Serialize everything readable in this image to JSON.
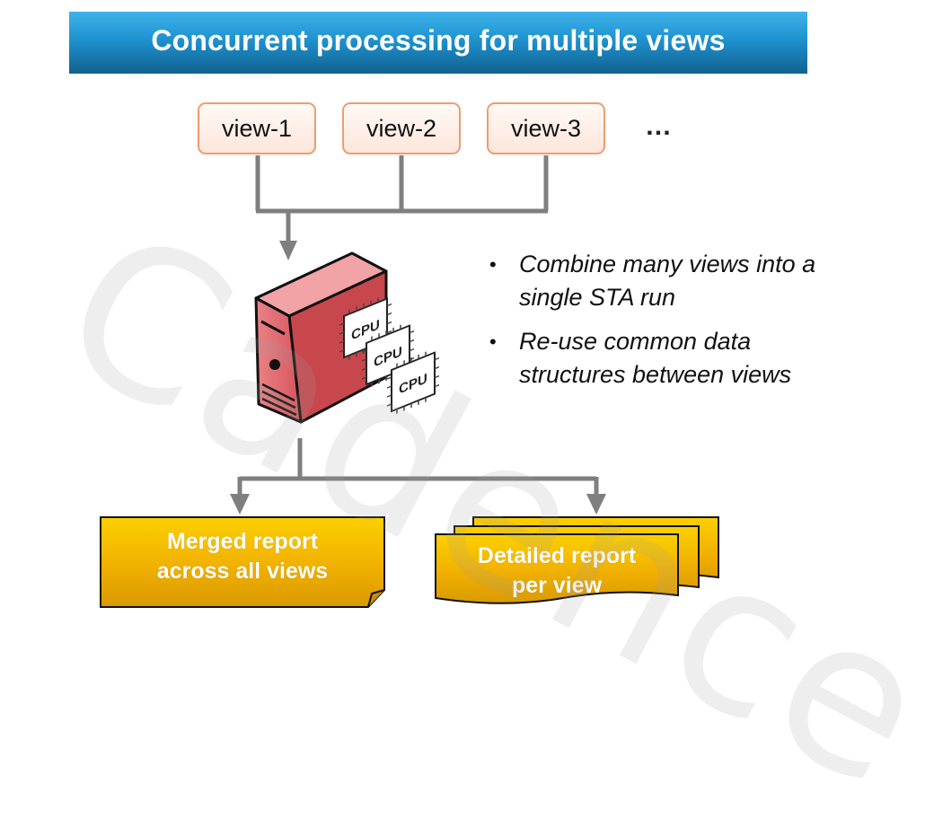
{
  "title": "Concurrent processing for multiple views",
  "views": [
    {
      "label": "view-1"
    },
    {
      "label": "view-2"
    },
    {
      "label": "view-3"
    }
  ],
  "views_more": "…",
  "cpu_label": "CPU",
  "bullets": [
    "Combine many views into a single STA run",
    "Re-use common data structures between views"
  ],
  "reports": {
    "merged": {
      "line1": "Merged report",
      "line2": "across all views"
    },
    "detailed": {
      "line1": "Detailed report",
      "line2": "per view"
    }
  },
  "watermark": "Cadence",
  "colors": {
    "title_banner": "#1e92cf",
    "view_border": "#ee9c70",
    "server": "#e06a6e",
    "connector": "#7f7f7f",
    "report_fill": "#f2b800"
  }
}
